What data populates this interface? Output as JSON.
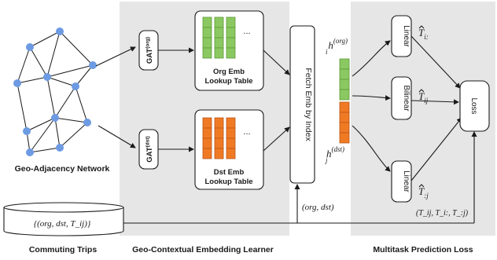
{
  "colors": {
    "panel": "#e6e6e6",
    "node": "#6d9be3",
    "green": "#8cc861",
    "green_dark": "#5a9a36",
    "orange": "#f07a24",
    "orange_dark": "#b8561a",
    "stroke": "#1a1a1a"
  },
  "network": {
    "caption": "Geo-Adjacency Network"
  },
  "trips": {
    "formula": "{(org, dst, T_ij)}",
    "caption": "Commuting Trips"
  },
  "learner": {
    "caption": "Geo-Contextual Embedding Learner",
    "gat_org": {
      "base": "GAT",
      "sup": "(org)"
    },
    "gat_dst": {
      "base": "GAT",
      "sup": "(dst)"
    },
    "org_table": {
      "line1": "Org Emb",
      "line2": "Lookup Table",
      "ellipsis": "..."
    },
    "dst_table": {
      "line1": "Dst Emb",
      "line2": "Lookup Table",
      "ellipsis": "..."
    }
  },
  "fetch": {
    "label": "Fetch Emb by Index",
    "input": "(org, dst)",
    "h_org": {
      "base": "h",
      "sub": "i",
      "sup": "(org)"
    },
    "h_dst": {
      "base": "h",
      "sub": "j",
      "sup": "(dst)"
    }
  },
  "prediction": {
    "caption": "Multitask Prediction Loss",
    "linear_top": "Linear",
    "bilinear": "Bilinear",
    "linear_bottom": "Linear",
    "loss": "Loss",
    "t_row": {
      "base": "T",
      "sub": "i:"
    },
    "t_pair": {
      "base": "T",
      "sub": "ij"
    },
    "t_col": {
      "base": "T",
      "sub": ":j"
    },
    "targets": "(T_ij, T_i:, T_:j)"
  }
}
